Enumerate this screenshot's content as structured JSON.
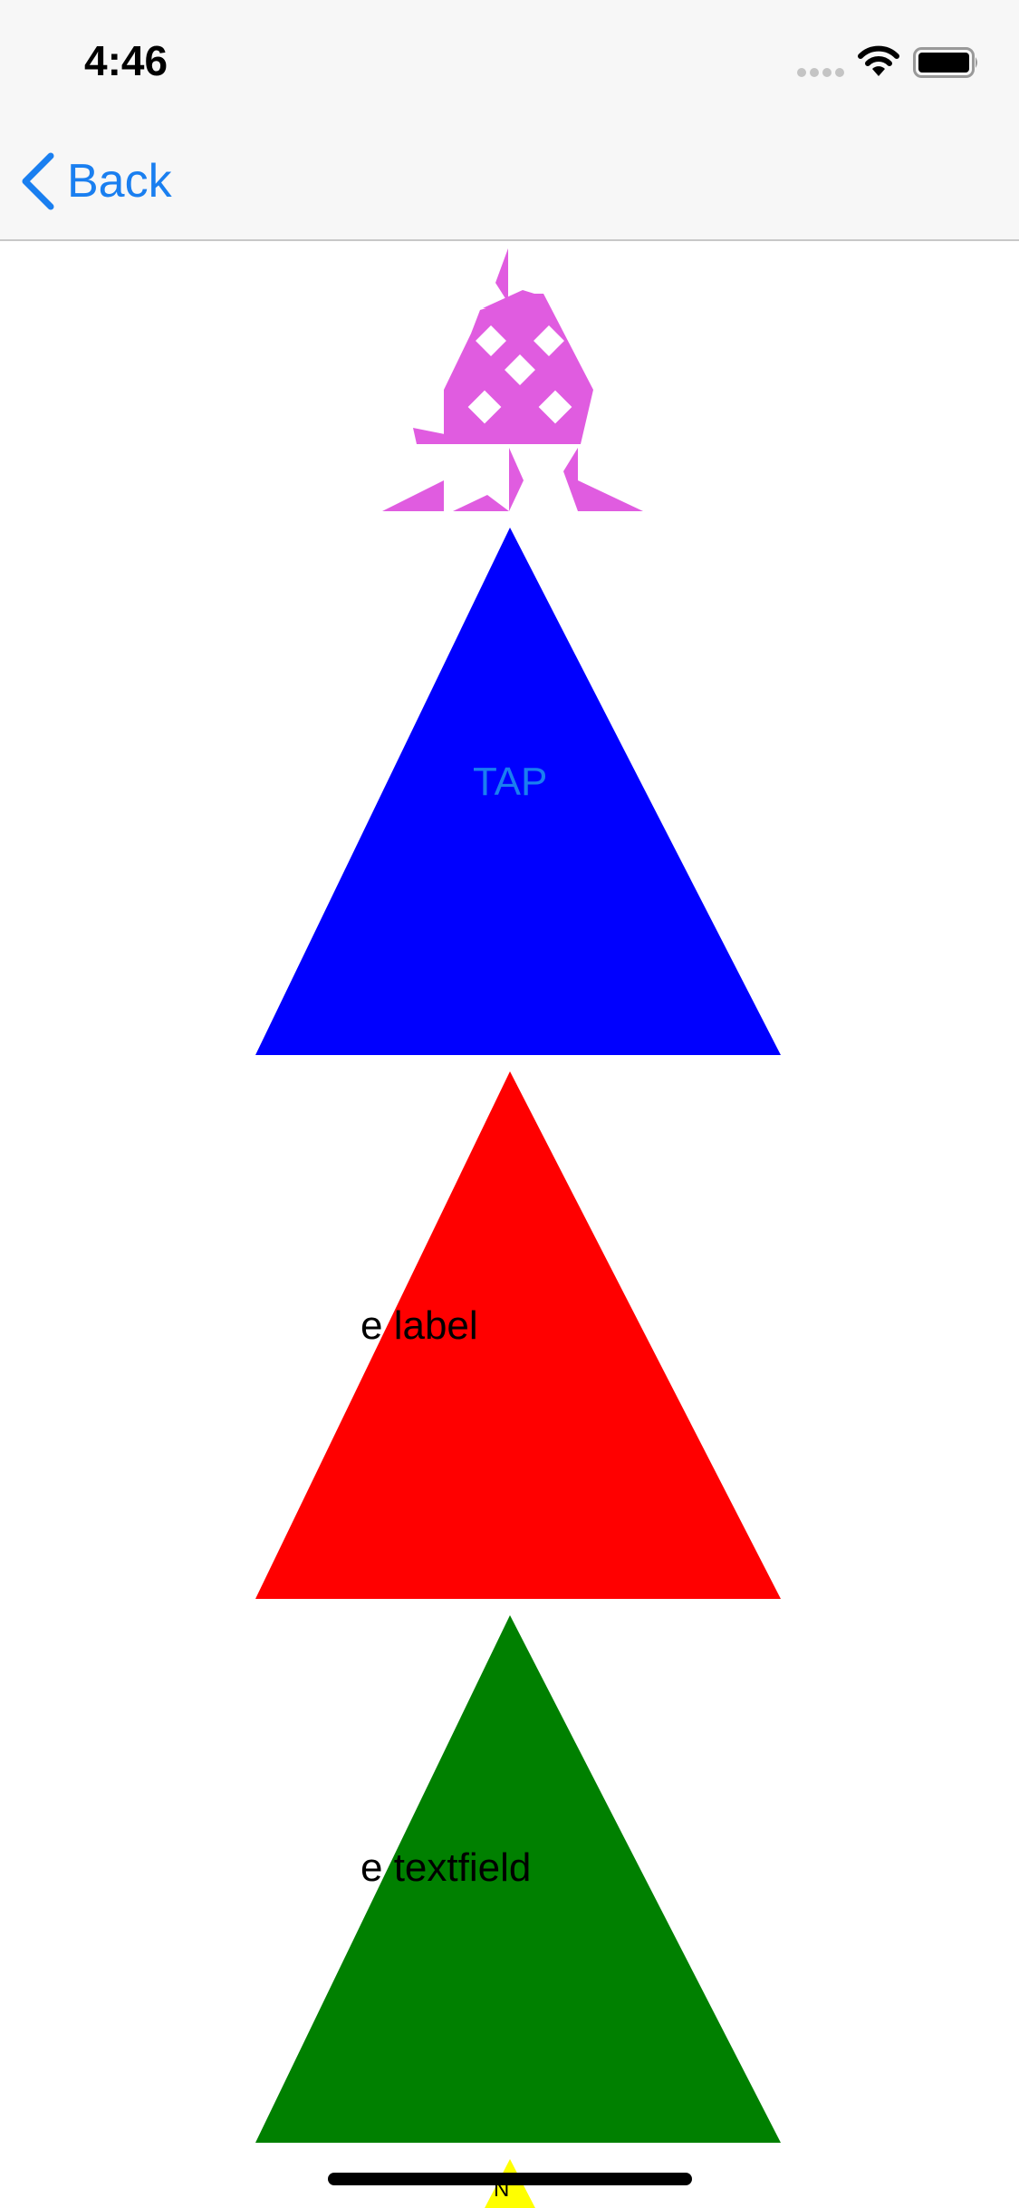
{
  "status_bar": {
    "time": "4:46",
    "icons": [
      "signal-dots-icon",
      "wifi-icon",
      "battery-icon"
    ]
  },
  "nav": {
    "back_label": "Back",
    "accent_color": "#1a7ff0"
  },
  "shapes": [
    {
      "name": "blue-triangle",
      "color": "#0000ff",
      "text": "TAP",
      "text_color": "#1a7ff0"
    },
    {
      "name": "red-triangle",
      "color": "#ff0000",
      "text": "e label",
      "text_color": "#000000"
    },
    {
      "name": "green-triangle",
      "color": "#008000",
      "text": "e textfield",
      "text_color": "#000000"
    },
    {
      "name": "yellow-triangle",
      "color": "#ffff00",
      "text": "N",
      "text_color": "#000000"
    }
  ],
  "logo": {
    "color": "#e05ce0",
    "icon": "pink-creature-icon"
  }
}
